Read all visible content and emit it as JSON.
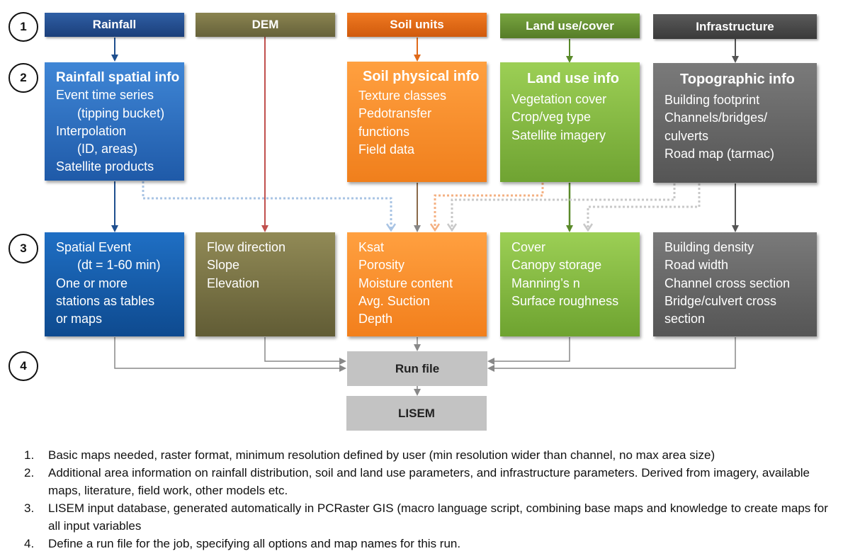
{
  "steps": [
    "1",
    "2",
    "3",
    "4"
  ],
  "headers": {
    "rainfall": "Rainfall",
    "dem": "DEM",
    "soil": "Soil units",
    "land": "Land use/cover",
    "infra": "Infrastructure"
  },
  "info_boxes": {
    "rainfall": {
      "title": "Rainfall spatial info",
      "lines": [
        "Event time series",
        "(tipping bucket)",
        "Interpolation",
        "(ID, areas)",
        "Satellite products"
      ]
    },
    "soil": {
      "title": "Soil physical info",
      "lines": [
        "Texture classes",
        "Pedotransfer",
        "functions",
        "Field data"
      ]
    },
    "land": {
      "title": "Land use info",
      "lines": [
        "Vegetation cover",
        "Crop/veg type",
        "Satellite imagery"
      ]
    },
    "infra": {
      "title": "Topographic info",
      "lines": [
        "Building footprint",
        "Channels/bridges/",
        "culverts",
        "Road map (tarmac)"
      ]
    }
  },
  "db_boxes": {
    "rainfall": [
      "Spatial Event",
      "(dt = 1-60 min)",
      "One or more",
      "stations as tables",
      "or maps"
    ],
    "dem": [
      "Flow direction",
      "Slope",
      "Elevation"
    ],
    "soil": [
      "Ksat",
      "Porosity",
      "Moisture content",
      "Avg. Suction",
      "Depth"
    ],
    "land": [
      "Cover",
      "Canopy storage",
      "Manning’s n",
      "Surface roughness"
    ],
    "infra": [
      "Building density",
      "Road width",
      "Channel cross section",
      "Bridge/culvert cross",
      "section"
    ]
  },
  "run_file": "Run file",
  "lisem": "LISEM",
  "notes": [
    {
      "num": "1.",
      "text": "Basic maps  needed, raster format, minimum resolution defined by user (min resolution wider than channel, no max area size)"
    },
    {
      "num": "2.",
      "text": "Additional area information on rainfall distribution, soil and land use parameters, and infrastructure parameters. Derived from imagery, available maps, literature, field work, other models etc."
    },
    {
      "num": "3.",
      "text": "LISEM input database, generated automatically in PCRaster GIS (macro language script, combining base maps and knowledge to create maps for all input variables"
    },
    {
      "num": "4.",
      "text": "Define a run file for the job, specifying all options and map names for this run."
    }
  ],
  "colors": {
    "rainfall": "#1f5aa8",
    "dem": "#7a7446",
    "soil": "#f08020",
    "land": "#78a540",
    "infra": "#555555",
    "connector": "#888888"
  }
}
